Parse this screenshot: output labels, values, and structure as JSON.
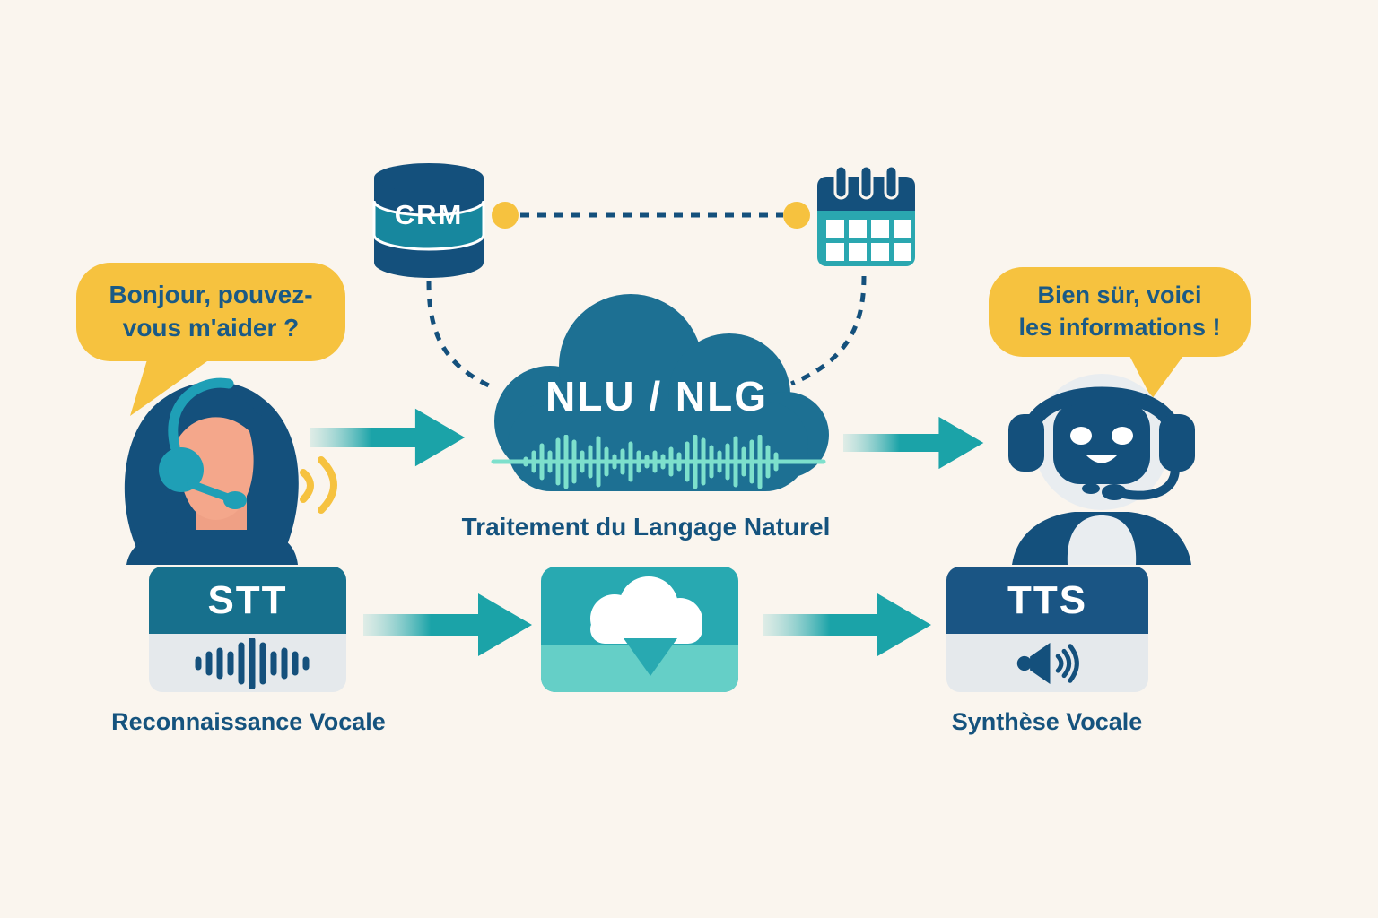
{
  "bubbles": {
    "customer": {
      "lines": [
        "Bonjour, pouvez-",
        "vous m'aider ?"
      ]
    },
    "assistant": {
      "lines": [
        "Bien sür, voici",
        "les informations !"
      ]
    }
  },
  "nodes": {
    "crm": {
      "label": "CRM"
    },
    "nlp_cloud": {
      "label": "NLU / NLG",
      "caption": "Traitement du Langage Naturel"
    },
    "stt": {
      "label": "STT",
      "caption": "Reconnaissance Vocale"
    },
    "tts": {
      "label": "TTS",
      "caption": "Synthèse Vocale"
    }
  },
  "icons": {
    "database": "database-crm-icon",
    "calendar": "calendar-icon",
    "cloud": "nlp-cloud-icon",
    "waveform": "waveform-icon",
    "speaker": "speaker-icon",
    "cloud_upload": "cloud-upload-icon",
    "person": "customer-agent-icon",
    "robot": "robot-assistant-icon",
    "sound_waves": "sound-waves-icon",
    "arrow": "flow-arrow-icon"
  },
  "colors": {
    "background": "#faf5ee",
    "navy": "#14507c",
    "cloud_teal": "#1d7093",
    "band_teal": "#17879e",
    "arrow_teal": "#1ba3a8",
    "yellow": "#f6c23f",
    "mint": "#7de0cc",
    "light_gray": "#e5e9ec",
    "box_teal": "#28a9b1",
    "box_teal_light": "#65cfc7",
    "skin": "#f4a78b",
    "text_blue": "#1a5a86"
  }
}
